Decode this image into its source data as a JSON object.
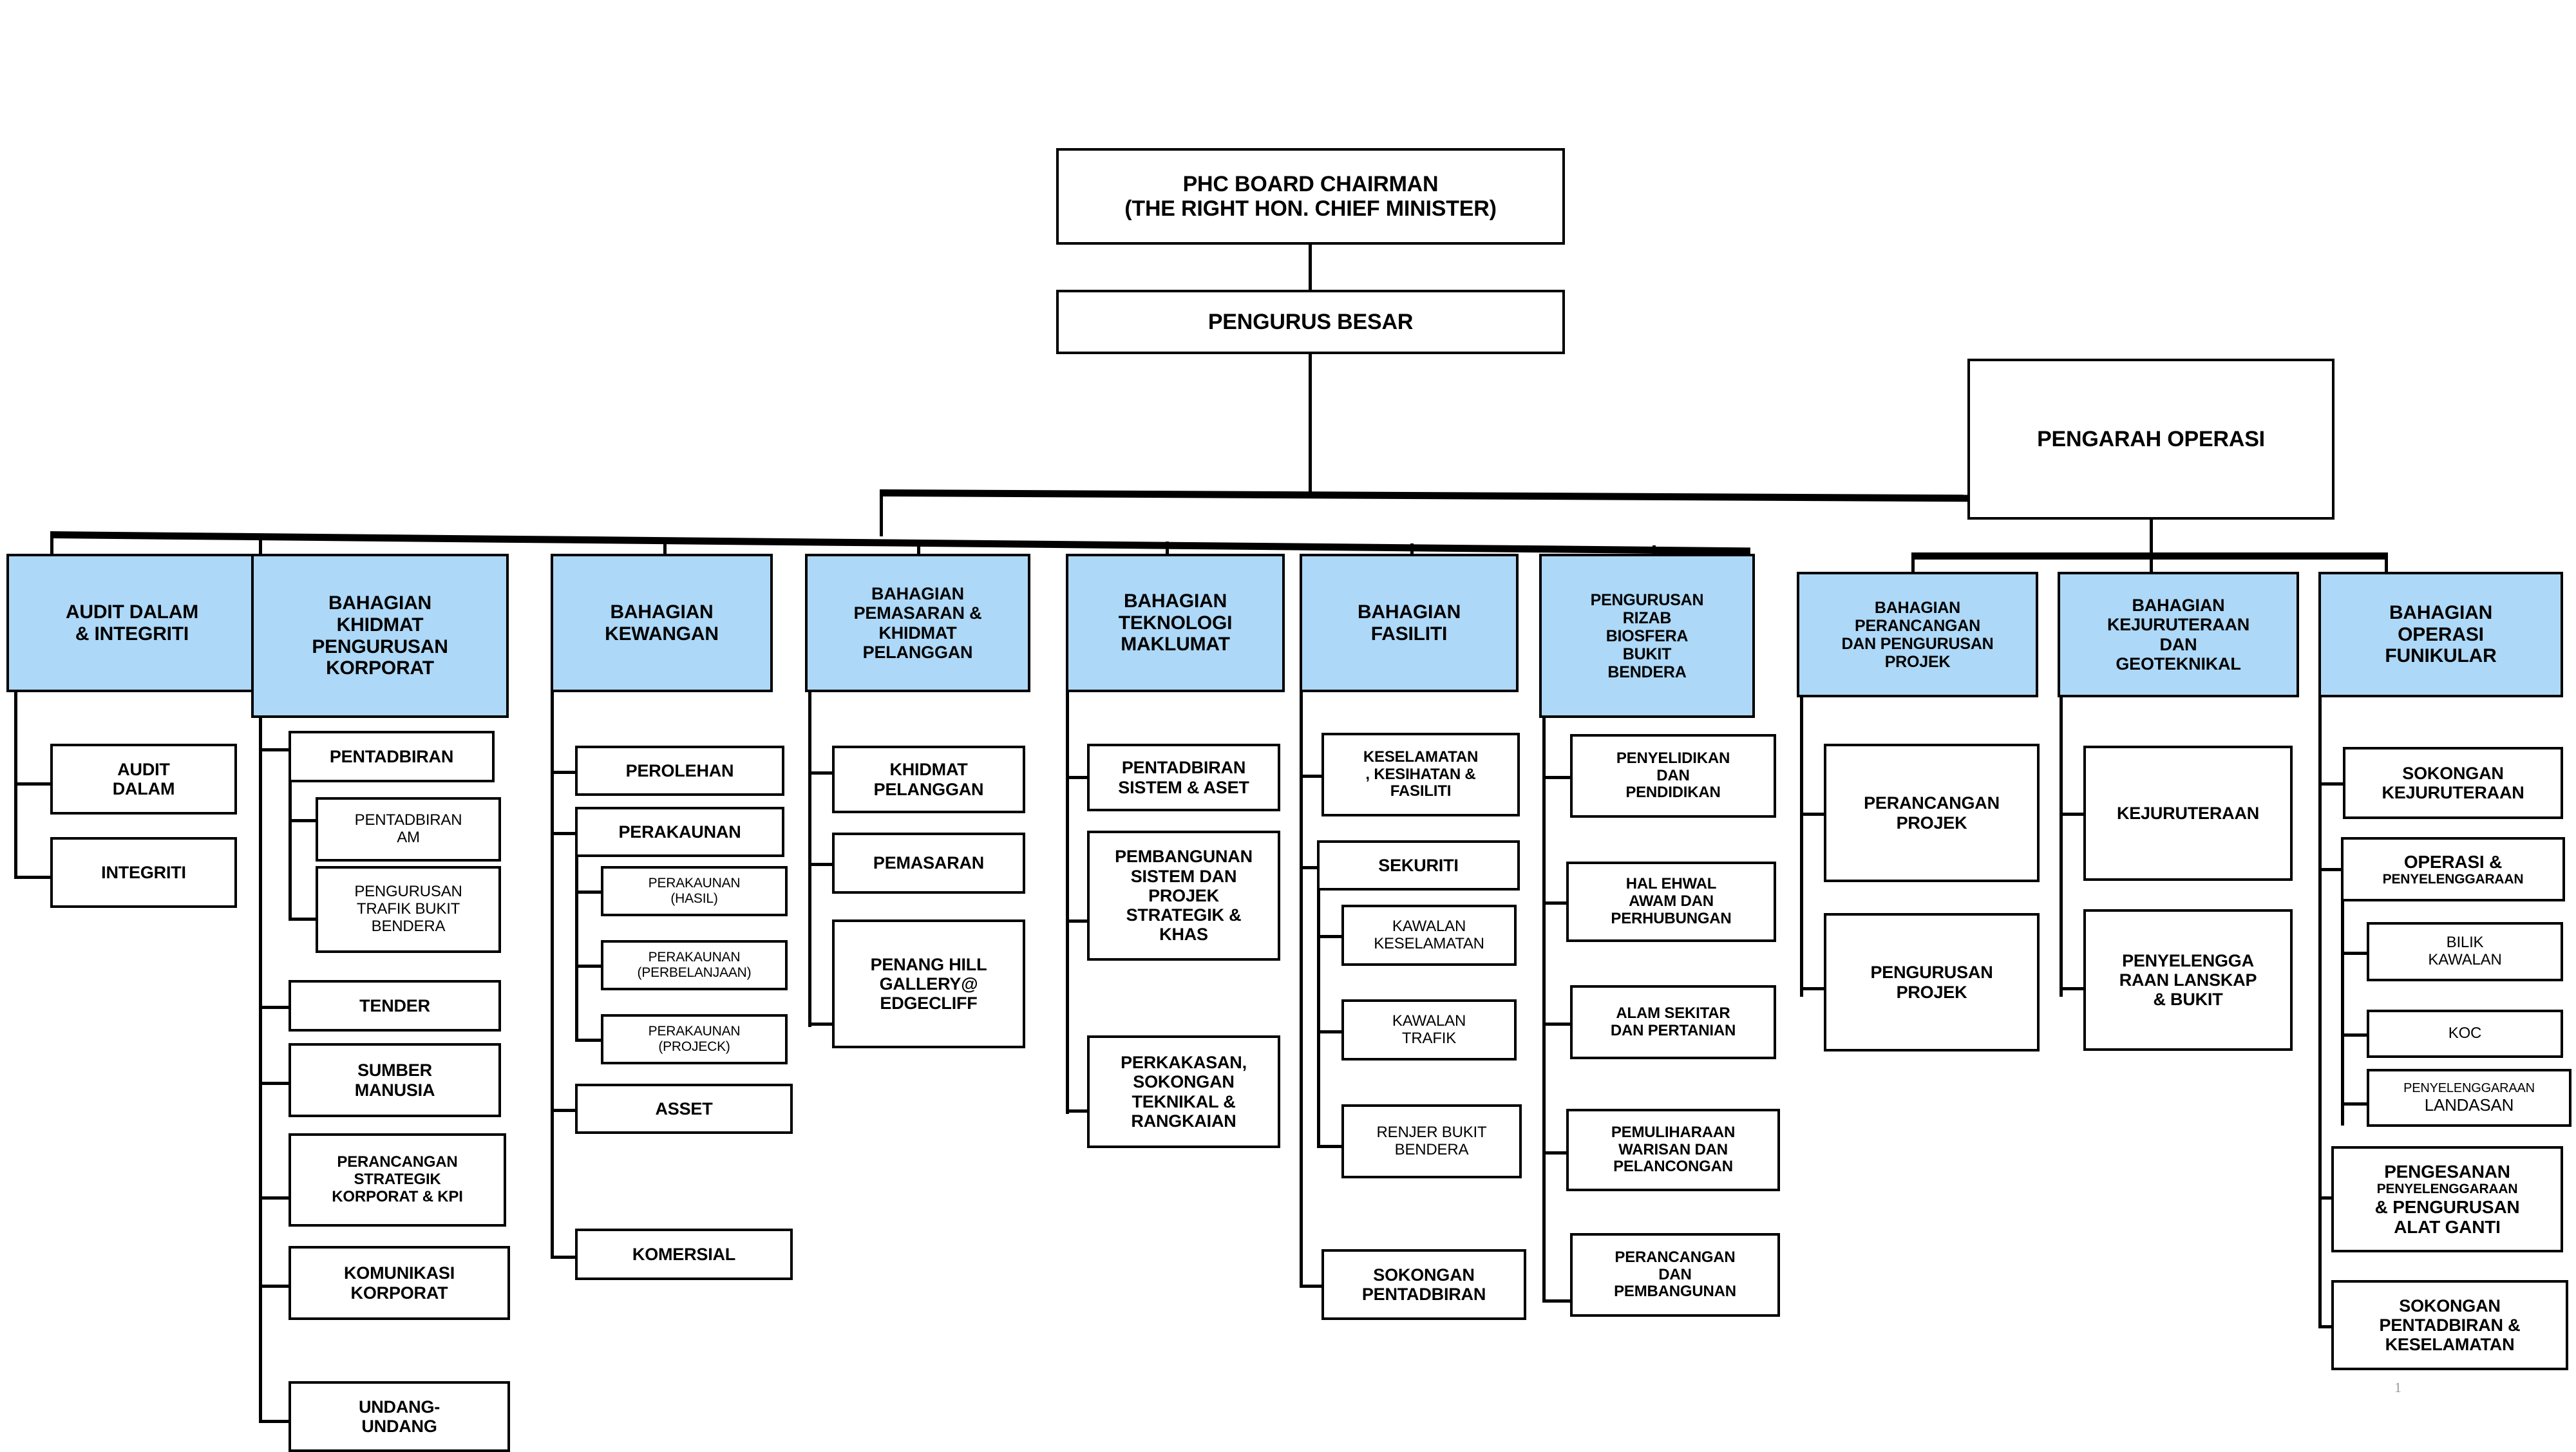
{
  "colors": {
    "department_fill": "#ADD8F7",
    "line": "#000000",
    "page_number": "#9A9A9A"
  },
  "page_number": "1",
  "top": {
    "chairman": "PHC BOARD CHAIRMAN\n(THE RIGHT HON. CHIEF MINISTER)",
    "chairman_line1": "PHC BOARD CHAIRMAN",
    "chairman_line2": "(THE RIGHT HON. CHIEF MINISTER)",
    "general_manager": "PENGURUS BESAR",
    "operations_director": "PENGARAH OPERASI"
  },
  "departments": [
    {
      "id": "audit",
      "title": "AUDIT DALAM\n& INTEGRITI",
      "children": [
        {
          "label": "AUDIT\nDALAM",
          "level": 1
        },
        {
          "label": "INTEGRITI",
          "level": 1
        }
      ]
    },
    {
      "id": "korporat",
      "title": "BAHAGIAN\nKHIDMAT\nPENGURUSAN\nKORPORAT",
      "children": [
        {
          "label": "PENTADBIRAN",
          "level": 1
        },
        {
          "label": "PENTADBIRAN\nAM",
          "level": 2
        },
        {
          "label": "PENGURUSAN\nTRAFIK BUKIT\nBENDERA",
          "level": 2
        },
        {
          "label": "TENDER",
          "level": 1
        },
        {
          "label": "SUMBER\nMANUSIA",
          "level": 1
        },
        {
          "label": "PERANCANGAN\nSTRATEGIK\nKORPORAT & KPI",
          "level": 1
        },
        {
          "label": "KOMUNIKASI\nKORPORAT",
          "level": 1
        },
        {
          "label": "UNDANG-\nUNDANG",
          "level": 1
        }
      ]
    },
    {
      "id": "kewangan",
      "title": "BAHAGIAN\nKEWANGAN",
      "children": [
        {
          "label": "PEROLEHAN",
          "level": 1
        },
        {
          "label": "PERAKAUNAN",
          "level": 1
        },
        {
          "label": "PERAKAUNAN\n(HASIL)",
          "level": 2
        },
        {
          "label": "PERAKAUNAN\n(PERBELANJAAN)",
          "level": 2
        },
        {
          "label": "PERAKAUNAN\n(PROJECK)",
          "level": 2
        },
        {
          "label": "ASSET",
          "level": 1
        },
        {
          "label": "KOMERSIAL",
          "level": 1
        }
      ]
    },
    {
      "id": "pemasaran",
      "title": "BAHAGIAN\nPEMASARAN &\nKHIDMAT\nPELANGGAN",
      "children": [
        {
          "label": "KHIDMAT\nPELANGGAN",
          "level": 1
        },
        {
          "label": "PEMASARAN",
          "level": 1
        },
        {
          "label": "PENANG HILL\nGALLERY@\nEDGECLIFF",
          "level": 1
        }
      ]
    },
    {
      "id": "teknologi",
      "title": "BAHAGIAN\nTEKNOLOGI\nMAKLUMAT",
      "children": [
        {
          "label": "PENTADBIRAN\nSISTEM & ASET",
          "level": 1
        },
        {
          "label": "PEMBANGUNAN\nSISTEM DAN\nPROJEK\nSTRATEGIK &\nKHAS",
          "level": 1
        },
        {
          "label": "PERKAKASAN,\nSOKONGAN\nTEKNIKAL &\nRANGKAIAN",
          "level": 1
        }
      ]
    },
    {
      "id": "fasiliti",
      "title": "BAHAGIAN\nFASILITI",
      "children": [
        {
          "label": "KESELAMATAN\n, KESIHATAN &\nFASILITI",
          "level": 1
        },
        {
          "label": "SEKURITI",
          "level": 1
        },
        {
          "label": "KAWALAN\nKESELAMATAN",
          "level": 2
        },
        {
          "label": "KAWALAN\nTRAFIK",
          "level": 2
        },
        {
          "label": "RENJER BUKIT\nBENDERA",
          "level": 2
        },
        {
          "label": "SOKONGAN\nPENTADBIRAN",
          "level": 1
        }
      ]
    },
    {
      "id": "biosfera",
      "title": "PENGURUSAN\nRIZAB\nBIOSFERA\nBUKIT\nBENDERA",
      "children": [
        {
          "label": "PENYELIDIKAN\nDAN\nPENDIDIKAN",
          "level": 1
        },
        {
          "label": "HAL EHWAL\nAWAM DAN\nPERHUBUNGAN",
          "level": 1
        },
        {
          "label": "ALAM SEKITAR\nDAN PERTANIAN",
          "level": 1
        },
        {
          "label": "PEMULIHARAAN\nWARISAN DAN\nPELANCONGAN",
          "level": 1
        },
        {
          "label": "PERANCANGAN\nDAN\nPEMBANGUNAN",
          "level": 1
        }
      ]
    },
    {
      "id": "projek",
      "title": "BAHAGIAN\nPERANCANGAN\nDAN PENGURUSAN\nPROJEK",
      "children": [
        {
          "label": "PERANCANGAN\nPROJEK",
          "level": 1
        },
        {
          "label": "PENGURUSAN\nPROJEK",
          "level": 1
        }
      ]
    },
    {
      "id": "kejuruteraan",
      "title": "BAHAGIAN\nKEJURUTERAAN\nDAN\nGEOTEKNIKAL",
      "children": [
        {
          "label": "KEJURUTERAAN",
          "level": 1
        },
        {
          "label": "PENYELENGGA\nRAAN LANSKAP\n& BUKIT",
          "level": 1
        }
      ]
    },
    {
      "id": "funikular",
      "title": "BAHAGIAN\nOPERASI\nFUNIKULAR",
      "children": [
        {
          "label": "SOKONGAN\nKEJURUTERAAN",
          "level": 1
        },
        {
          "label": "OPERASI &\nPENYELENGGARAAN",
          "level": 1,
          "mixed": true,
          "lines": [
            {
              "text": "OPERASI &",
              "size": "big"
            },
            {
              "text": "PENYELENGGARAAN",
              "size": "small"
            }
          ]
        },
        {
          "label": "BILIK\nKAWALAN",
          "level": 2
        },
        {
          "label": "KOC",
          "level": 2
        },
        {
          "label": "PENYELENGGARAAN\nLANDASAN",
          "level": 2,
          "mixed": true,
          "lines": [
            {
              "text": "PENYELENGGARAAN",
              "size": "tiny-reg"
            },
            {
              "text": "LANDASAN",
              "size": "reg"
            }
          ]
        },
        {
          "label": "PENGESANAN\nPENYELENGGARAAN\n& PENGURUSAN\nALAT GANTI",
          "level": 1,
          "mixed": true,
          "lines": [
            {
              "text": "PENGESANAN",
              "size": "big"
            },
            {
              "text": "PENYELENGGARAAN",
              "size": "small"
            },
            {
              "text": "& PENGURUSAN",
              "size": "big"
            },
            {
              "text": "ALAT GANTI",
              "size": "big"
            }
          ]
        },
        {
          "label": "SOKONGAN\nPENTADBIRAN &\nKESELAMATAN",
          "level": 1
        }
      ]
    }
  ]
}
